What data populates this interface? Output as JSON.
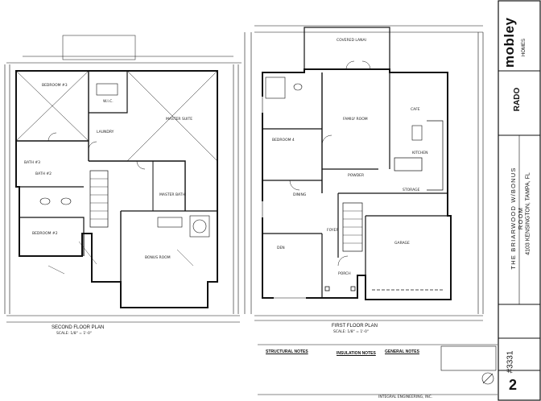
{
  "title_block": {
    "brand": "mobley",
    "brand_sub": "HOMES",
    "drafter": "RADO",
    "plan_name": "THE BRIARWOOD W/BONUS ROOM",
    "address": "4103 KENSINGTON, TAMPA, FL",
    "job_number": "#3331",
    "sheet_number": "2"
  },
  "second_floor": {
    "caption": "SECOND FLOOR PLAN",
    "scale": "SCALE: 1/8\" = 1'-0\"",
    "rooms": {
      "bedroom3": "BEDROOM #3",
      "wic": "W.I.C.",
      "master_suite": "MASTER SUITE",
      "bath2": "BATH #2",
      "bath3": "BATH #3",
      "bedroom2": "BEDROOM #2",
      "bonus_room": "BONUS ROOM",
      "master_bath": "MASTER BATH",
      "laundry": "LAUNDRY"
    }
  },
  "first_floor": {
    "caption": "FIRST FLOOR PLAN",
    "scale": "SCALE: 1/8\" = 1'-0\"",
    "rooms": {
      "covered_lanai": "COVERED LANAI",
      "cafe": "CAFE",
      "family_room": "FAMILY ROOM",
      "bedroom4": "BEDROOM 4",
      "kitchen": "KITCHEN",
      "dining": "DINING",
      "storage": "STORAGE",
      "den": "DEN",
      "foyer": "FOYER",
      "porch": "PORCH",
      "garage": "GARAGE",
      "powder": "POWDER"
    }
  },
  "notes": {
    "structural": "STRUCTURAL NOTES",
    "insulation": "INSULATION NOTES",
    "general": "GENERAL NOTES"
  },
  "engineer": "INTEGRAL ENGINEERING, INC."
}
